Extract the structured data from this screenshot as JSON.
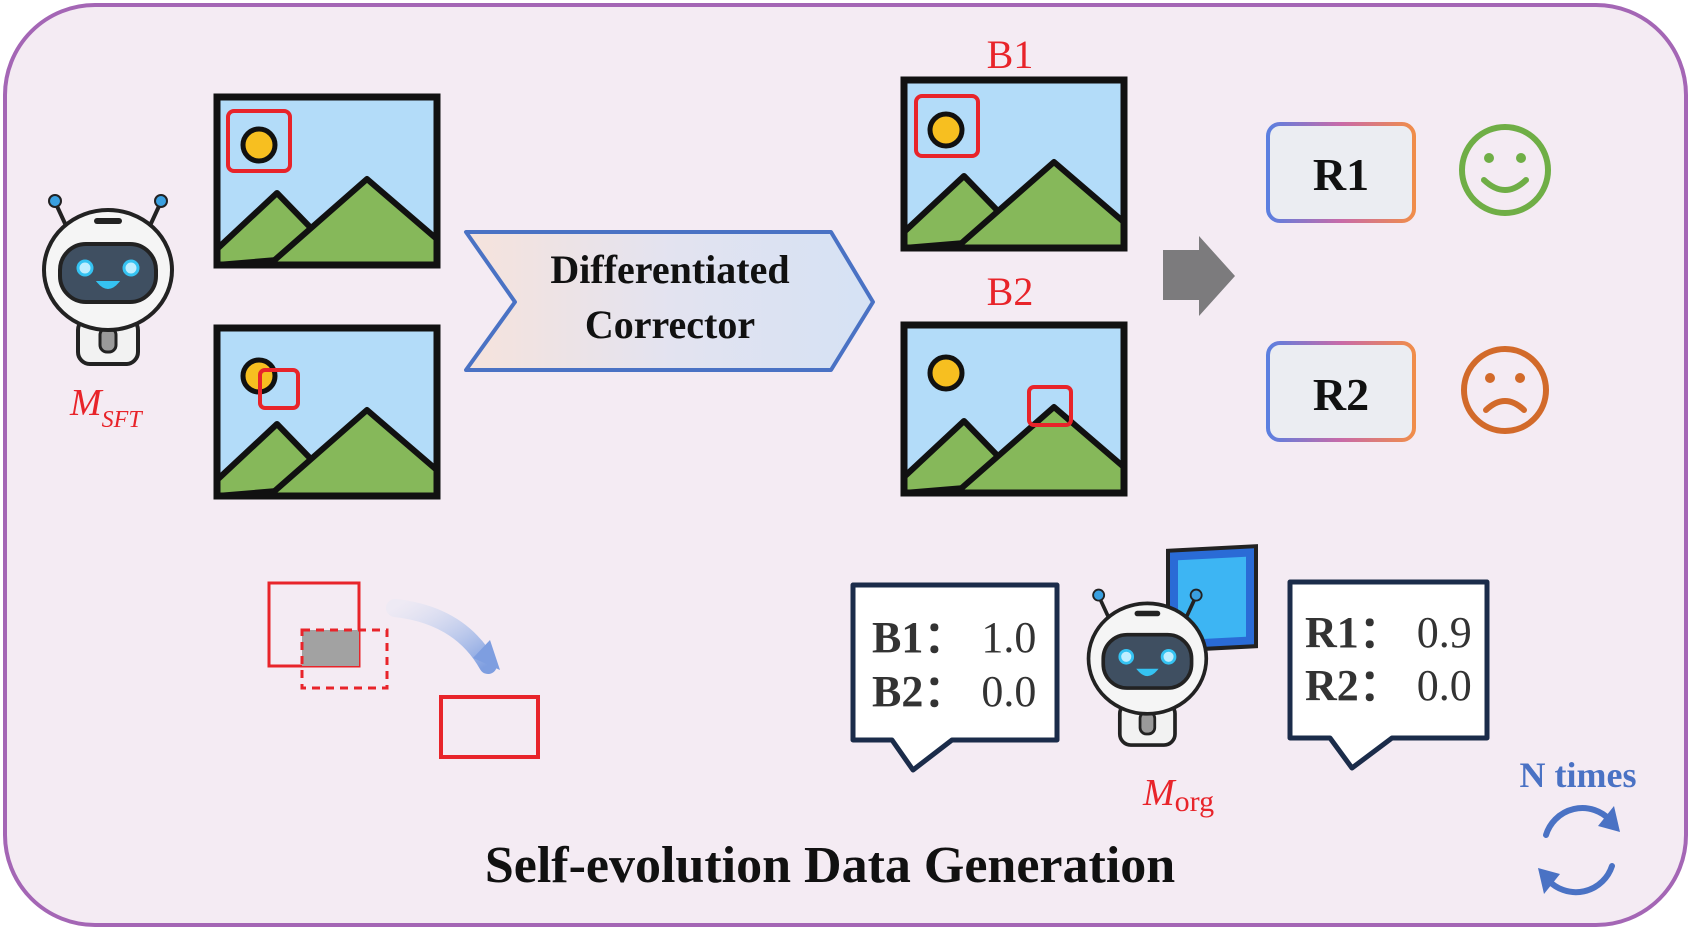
{
  "title": "Self-evolution Data Generation",
  "corrector_line1": "Differentiated",
  "corrector_line2": "Corrector",
  "model_sft": {
    "base": "M",
    "sub": "SFT"
  },
  "model_org": {
    "base": "M",
    "sub": "org"
  },
  "box_labels": [
    "B1",
    "B2"
  ],
  "responses": [
    "R1",
    "R2"
  ],
  "box_scores": [
    {
      "label": "B1：",
      "value": "1.0"
    },
    {
      "label": "B2：",
      "value": "0.0"
    }
  ],
  "response_scores": [
    {
      "label": "R1：",
      "value": "0.9"
    },
    {
      "label": "R2：",
      "value": "0.0"
    }
  ],
  "repeat_label": "N times",
  "icons": {
    "happy": "smiley-face-icon",
    "sad": "sad-face-icon",
    "robot": "robot-icon",
    "image": "landscape-image-icon",
    "repeat": "refresh-cycle-icon",
    "arrow": "right-arrow-icon"
  },
  "colors": {
    "frame": "#a466b5",
    "background": "#f4ebf3",
    "accent_red": "#e8242a",
    "happy_green": "#6fae46",
    "sad_orange": "#d26a2a",
    "blue_label": "#4a72c4",
    "navy": "#1b2c4a"
  }
}
